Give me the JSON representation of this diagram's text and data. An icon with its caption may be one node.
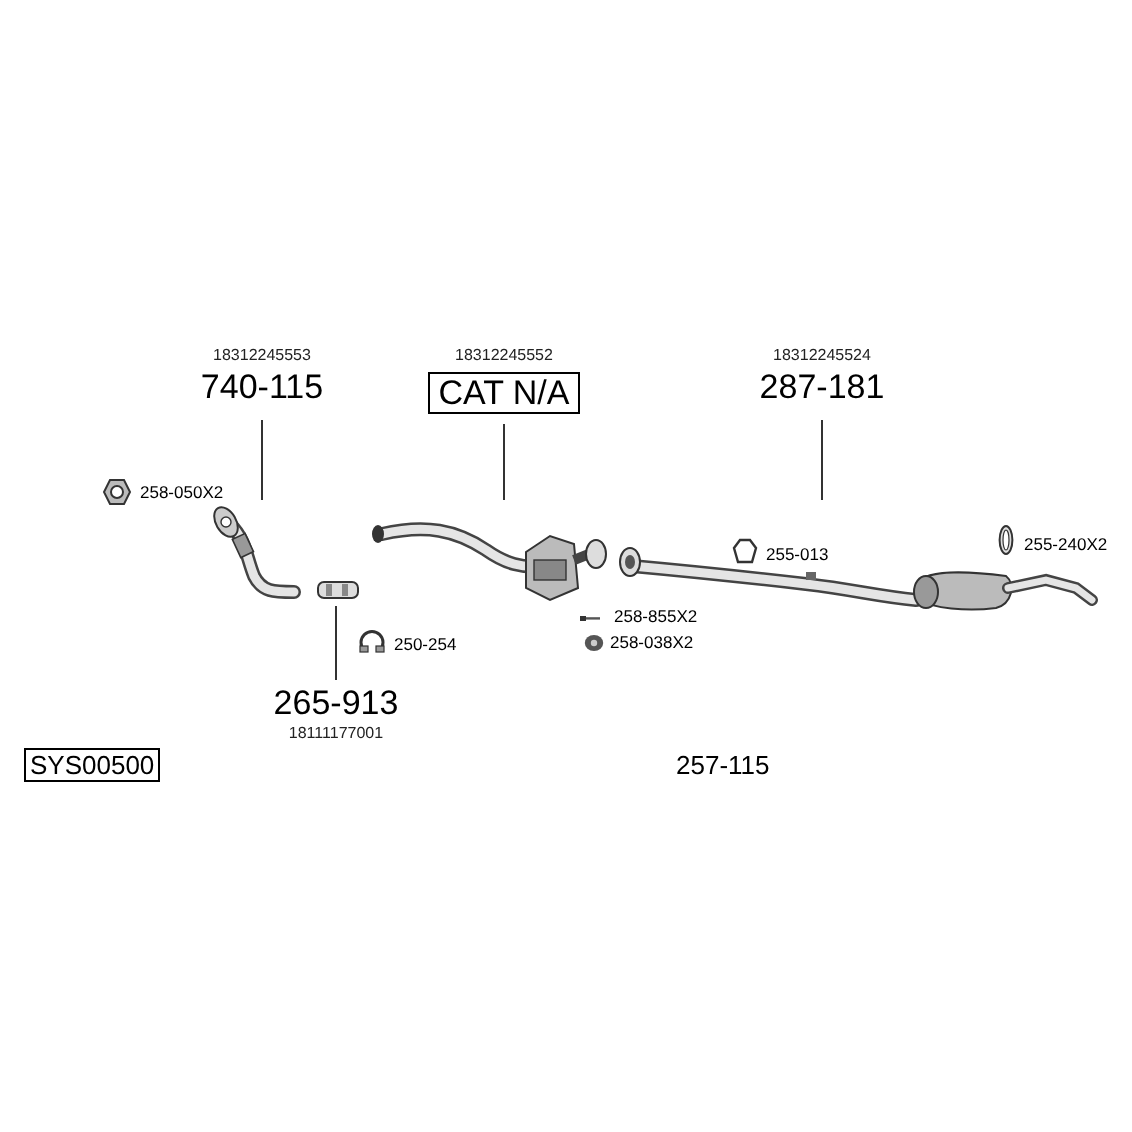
{
  "diagram": {
    "nodes": [
      {
        "text": [
          "18312245553",
          "740-115"
        ]
      },
      {
        "text": [],
        "shape": "picture"
      },
      {
        "text": [
          "18312245552",
          "CAT N/A"
        ]
      },
      {
        "text": [],
        "shape": "picture"
      },
      {
        "text": [
          "18312245524",
          "287-181"
        ]
      },
      {
        "text": [],
        "shape": "picture"
      },
      {
        "text": [
          "265-913",
          "18111177001"
        ]
      },
      {
        "text": [],
        "shape": "picture"
      }
    ],
    "edges": [
      {
        "from": 0,
        "to": 1,
        "arrow": "none"
      },
      {
        "from": 2,
        "to": 3,
        "arrow": "none"
      },
      {
        "from": 4,
        "to": 5,
        "arrow": "none"
      },
      {
        "from": 6,
        "to": 7,
        "arrow": "none"
      }
    ],
    "labels": [
      "258-050X2",
      "250-254",
      "255-013",
      "255-240X2",
      "258-855X2",
      "258-038X2",
      "SYS00500",
      "257-115"
    ]
  }
}
